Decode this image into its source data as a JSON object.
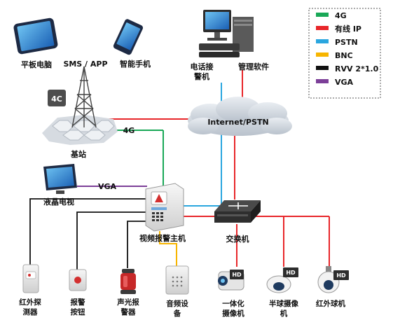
{
  "legend": [
    {
      "color": "#19a857",
      "label": "4G"
    },
    {
      "color": "#e8262a",
      "label": "有线 IP"
    },
    {
      "color": "#2aa6df",
      "label": "PSTN"
    },
    {
      "color": "#f7b500",
      "label": "BNC"
    },
    {
      "color": "#111111",
      "label": "RVV 2*1.0"
    },
    {
      "color": "#7c3f98",
      "label": "VGA"
    }
  ],
  "nodes": {
    "tablet": "平板电脑",
    "sms_app": "SMS / APP",
    "smartphone": "智能手机",
    "phone_receiver_1": "电话接",
    "phone_receiver_2": "警机",
    "mgmt_software": "管理软件",
    "base_station": "基站",
    "badge_4g": "4C",
    "link_4g": "4G",
    "cloud": "Internet/PSTN",
    "lcd_tv": "液晶电视",
    "link_vga": "VGA",
    "alarm_host": "视频报警主机",
    "switch": "交换机",
    "ir_detector_1": "红外探",
    "ir_detector_2": "测器",
    "alarm_button_1": "报警",
    "alarm_button_2": "按钮",
    "siren_1": "声光报",
    "siren_2": "警器",
    "audio_1": "音频设",
    "audio_2": "备",
    "integrated_cam_1": "一体化",
    "integrated_cam_2": "摄像机",
    "dome_cam_1": "半球摄像",
    "dome_cam_2": "机",
    "ir_ball_cam": "红外球机",
    "hd": "HD"
  }
}
